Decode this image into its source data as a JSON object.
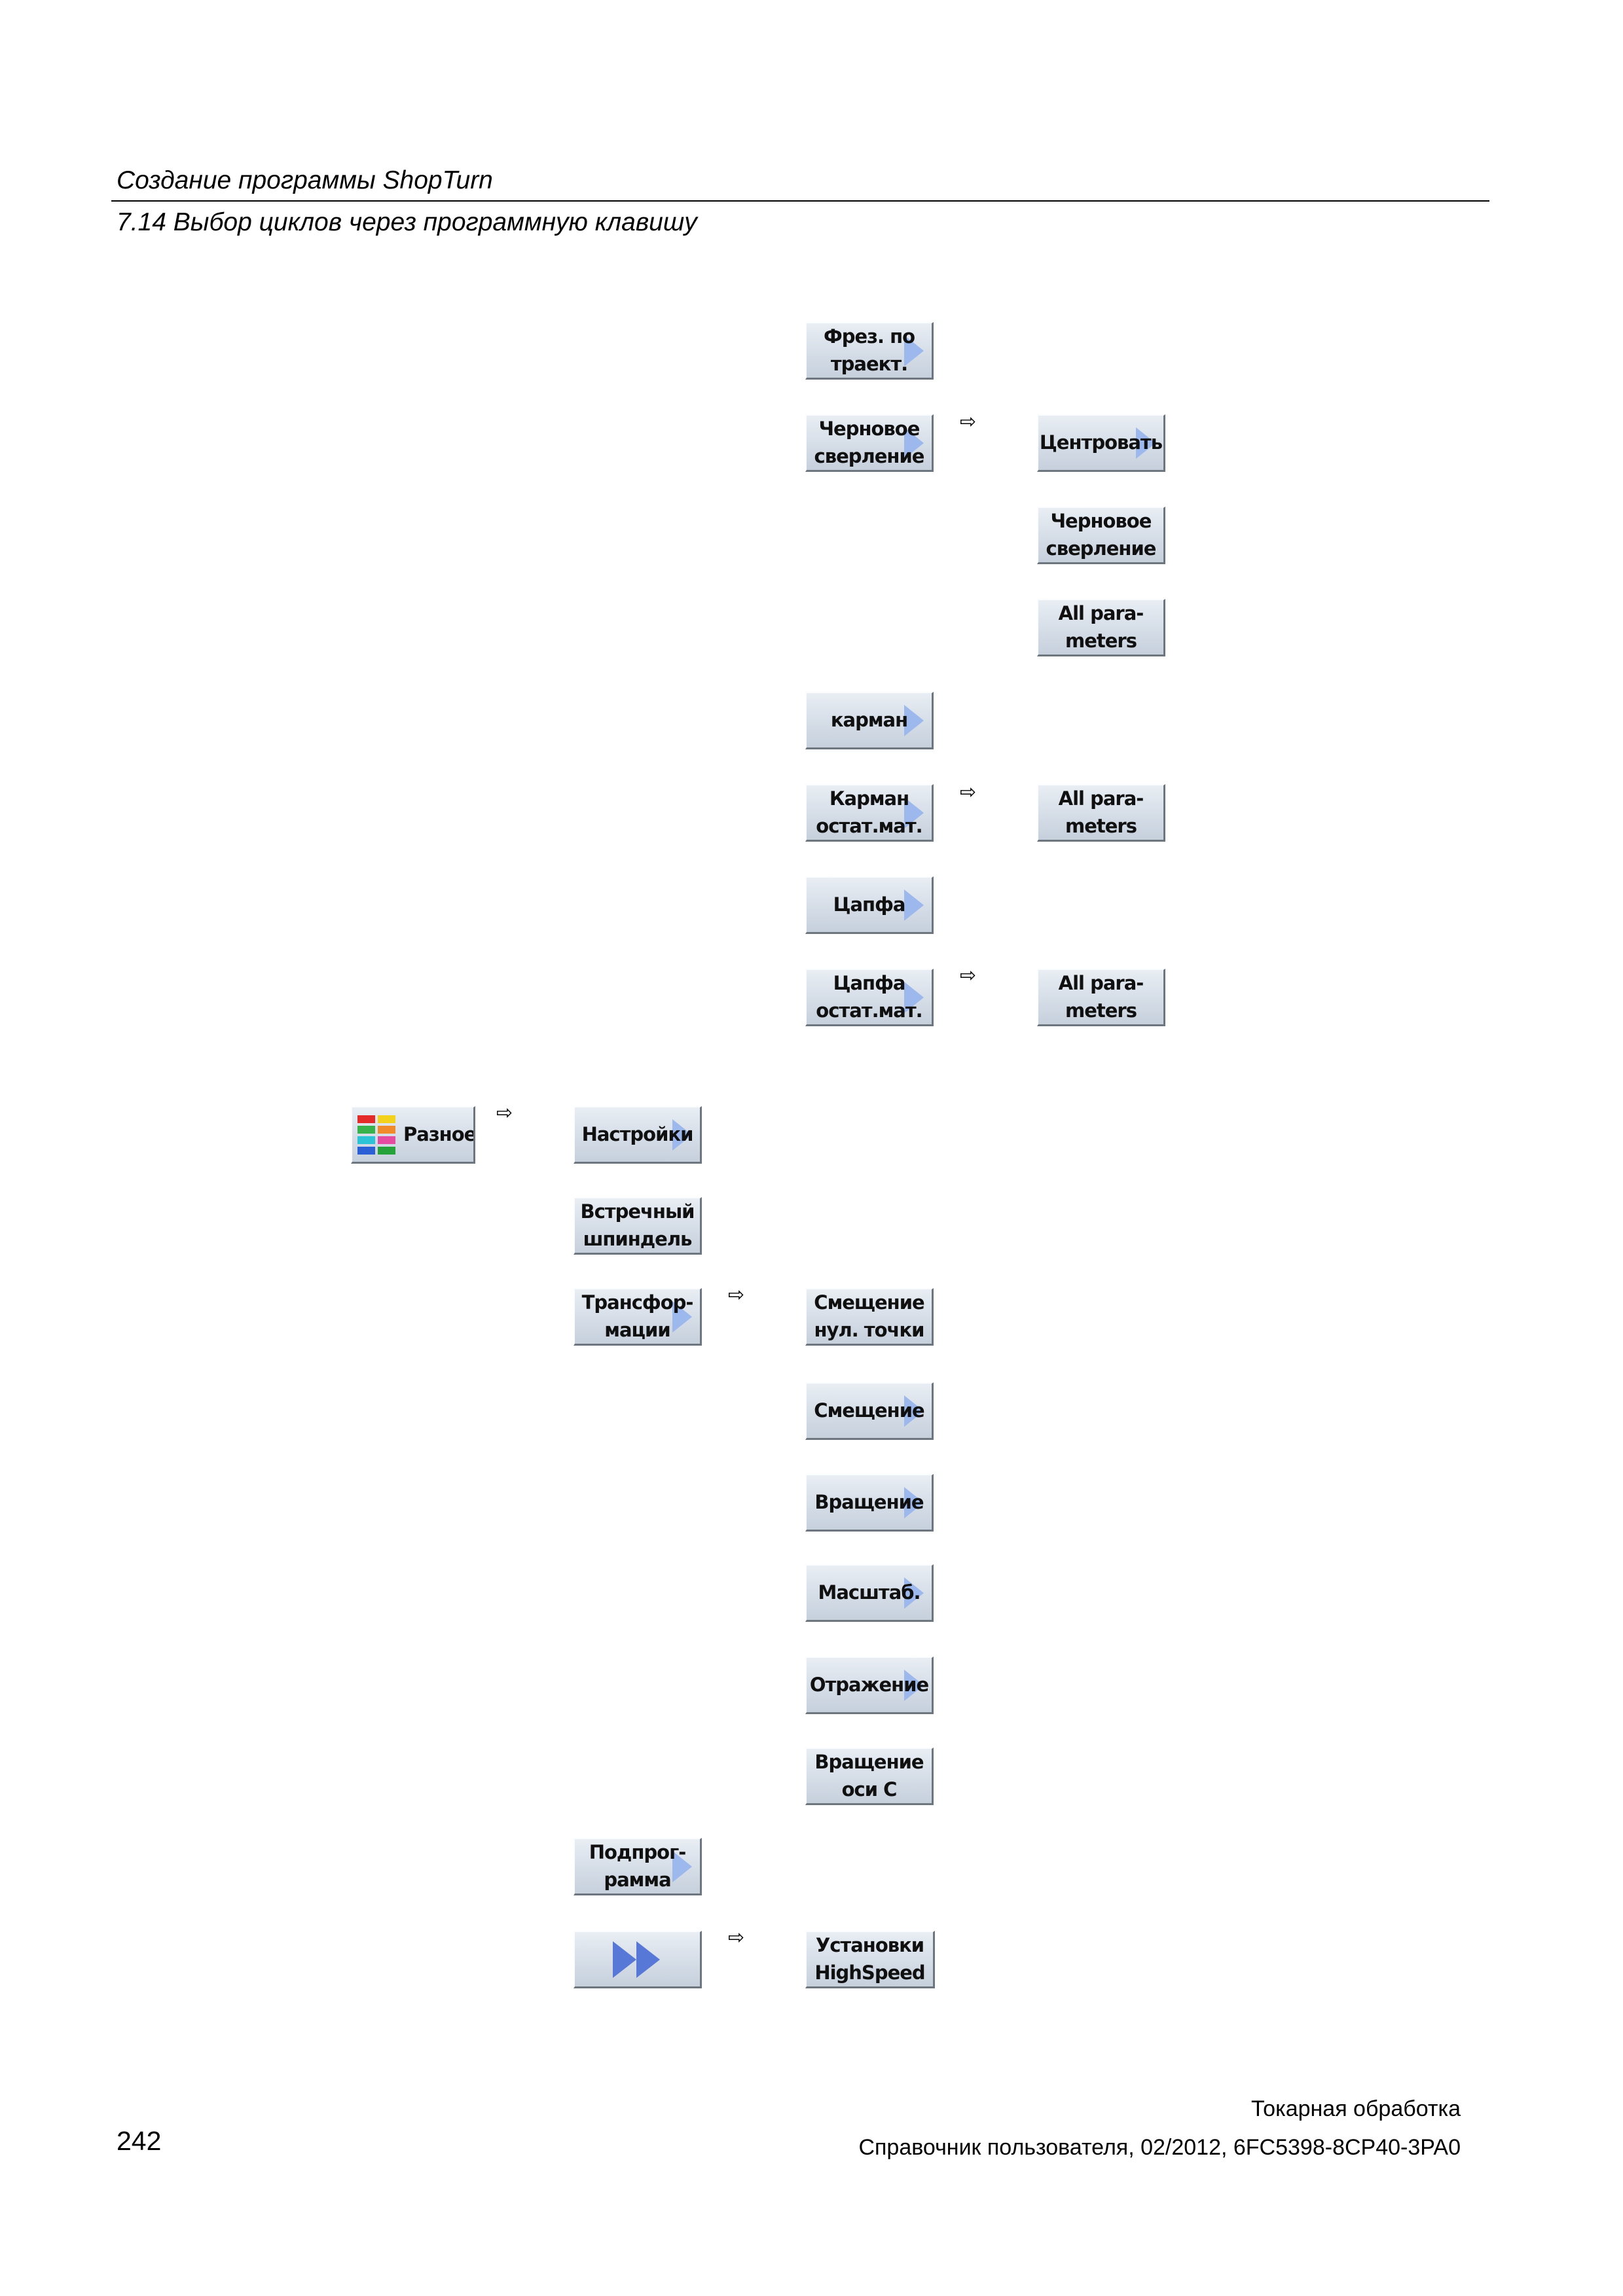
{
  "header": {
    "title": "Создание программы ShopTurn",
    "subtitle": "7.14 Выбор циклов через программную клавишу"
  },
  "arrow_glyph": "⇨",
  "softkeys": {
    "frez_po_traekt": "Фрез. по\nтраект.",
    "chernovoe_sverlenie": "Черновое\nсверление",
    "centrovat": "Центровать",
    "chernovoe_sverlenie_2": "Черновое\nсверление",
    "all_params_1": "All para-\nmeters",
    "karman": "карман",
    "karman_ostat": "Карман\nостат.мат.",
    "all_params_2": "All para-\nmeters",
    "capfa": "Цапфа",
    "capfa_ostat": "Цапфа\nостат.мат.",
    "all_params_3": "All para-\nmeters",
    "raznoe": "Разное",
    "nastroyki": "Настройки",
    "vstrechny_shpindel": "Встречный\nшпиндель",
    "transformacii": "Трансфор-\nмации",
    "smeshchenie_nul_tochki": "Смещение\nнул. точки",
    "smeshchenie": "Смещение",
    "vrashchenie": "Вращение",
    "masshtab": "Масштаб.",
    "otrazhenie": "Отражение",
    "vrashchenie_osi_c": "Вращение\nоси C",
    "podprogramma": "Подпрог-\nрамма",
    "ustanovki_highspeed": "Установки\nHighSpeed"
  },
  "icons": {
    "raznoe_palette": [
      "#e52a2a",
      "#f2d21a",
      "#38b24a",
      "#f08a2a",
      "#2cc3d6",
      "#e64ba2",
      "#2a5fd6",
      "#25a33a"
    ],
    "next_page": "fast-forward-icon"
  },
  "footer": {
    "page_number": "242",
    "line1": "Токарная обработка",
    "line2": "Справочник пользователя, 02/2012, 6FC5398-8CP40-3PA0"
  }
}
